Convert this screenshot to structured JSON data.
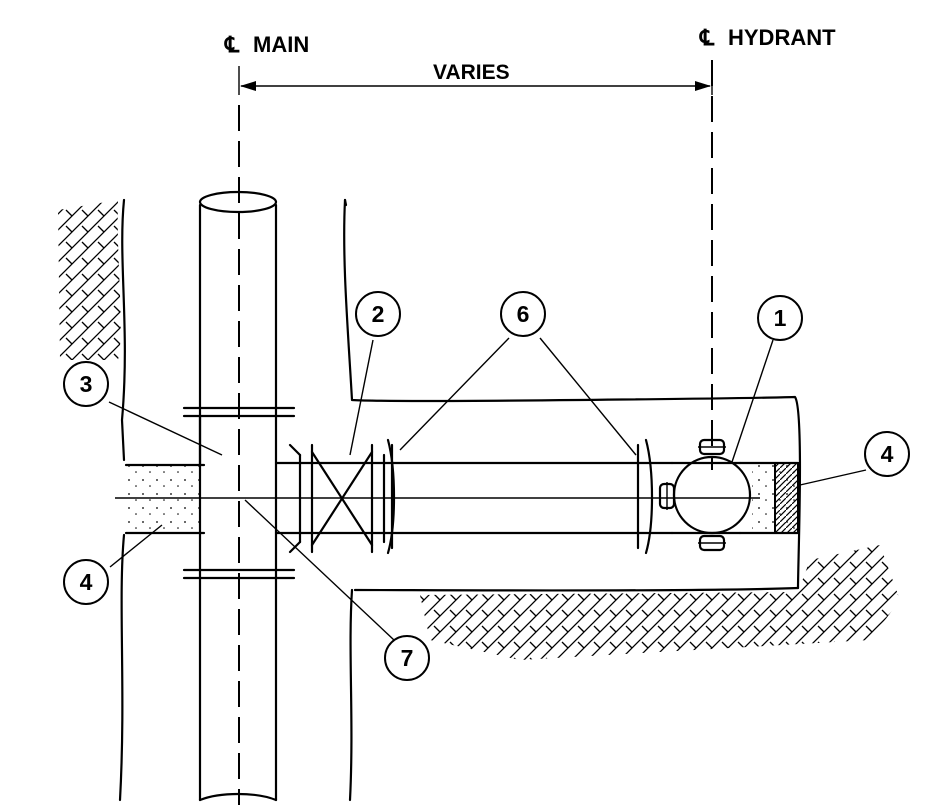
{
  "labels": {
    "centerline_main": "MAIN",
    "centerline_hydrant": "HYDRANT",
    "dimension": "VARIES"
  },
  "callouts": [
    {
      "id": "1"
    },
    {
      "id": "2"
    },
    {
      "id": "3"
    },
    {
      "id": "4"
    },
    {
      "id": "4"
    },
    {
      "id": "6"
    },
    {
      "id": "7"
    }
  ]
}
